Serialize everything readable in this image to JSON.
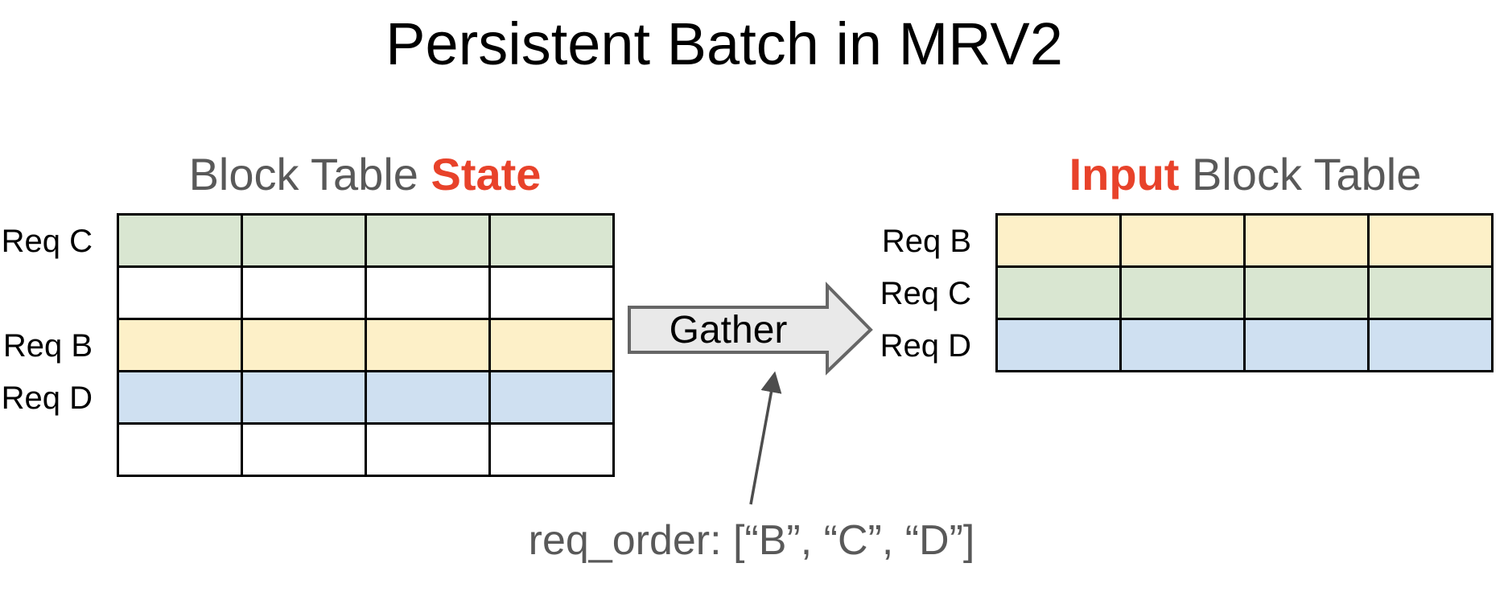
{
  "title": "Persistent Batch in MRV2",
  "colors": {
    "red": "#e8422a",
    "text_gray": "#595959",
    "black": "#000000",
    "green": "#d9e6d1",
    "yellow": "#fdf0c8",
    "blue": "#cfe0f1",
    "white": "#ffffff",
    "arrow_fill": "#e9e9e9",
    "arrow_stroke": "#666666",
    "thin_arrow": "#4d4d4d"
  },
  "state_table": {
    "heading_normal": "Block Table",
    "heading_highlight": "State",
    "columns": 4,
    "rows": [
      {
        "label": "Req C",
        "color": "green"
      },
      {
        "label": "",
        "color": "white"
      },
      {
        "label": "Req B",
        "color": "yellow"
      },
      {
        "label": "Req D",
        "color": "blue"
      },
      {
        "label": "",
        "color": "white"
      }
    ]
  },
  "input_table": {
    "heading_highlight": "Input",
    "heading_normal": "Block Table",
    "columns": 4,
    "rows": [
      {
        "label": "Req B",
        "color": "yellow"
      },
      {
        "label": "Req C",
        "color": "green"
      },
      {
        "label": "Req D",
        "color": "blue"
      }
    ]
  },
  "gather": {
    "label": "Gather"
  },
  "annotation": {
    "text": "req_order: [“B”, “C”, “D”]"
  }
}
